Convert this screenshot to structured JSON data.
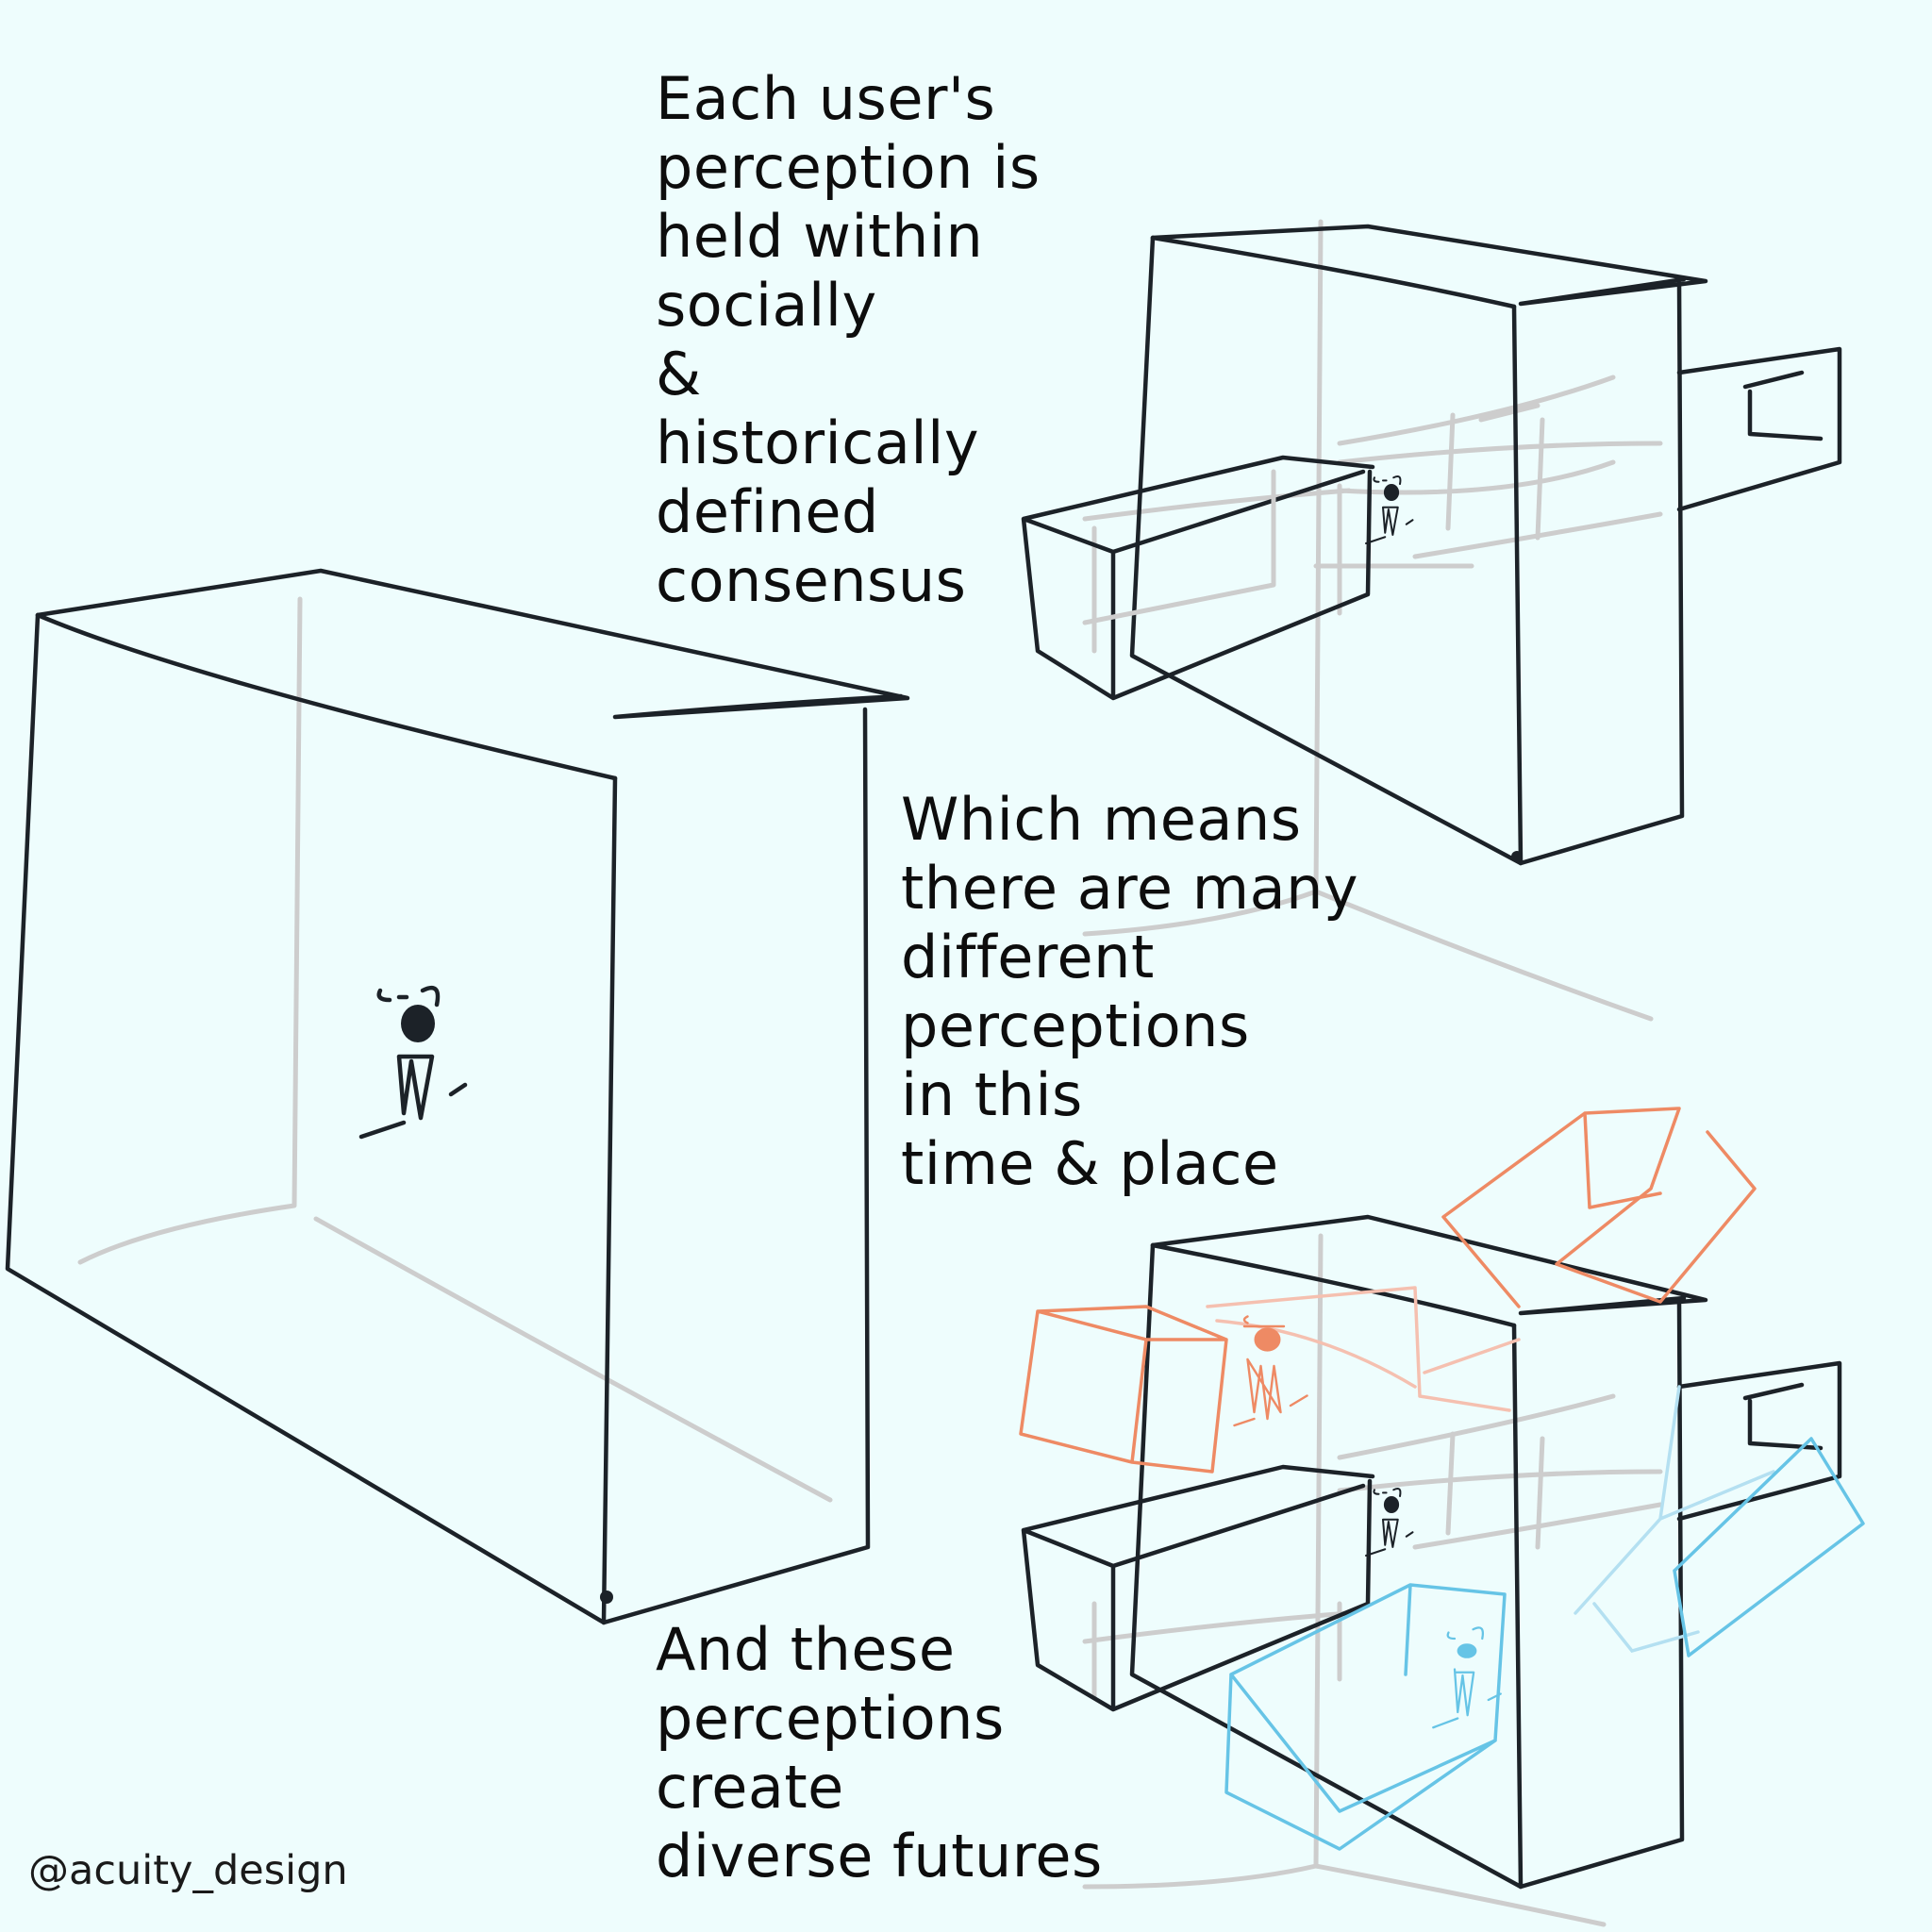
{
  "text_blocks": {
    "block_1": {
      "lines": [
        "Each user's",
        "perception is",
        "held within",
        "socially",
        "&",
        "historically",
        "defined",
        "consensus"
      ]
    },
    "block_2": {
      "lines": [
        "Which means",
        "there are many",
        "different",
        "perceptions",
        "in this",
        "time & place"
      ]
    },
    "block_3": {
      "lines": [
        "And these",
        "perceptions",
        "create",
        "diverse futures"
      ]
    }
  },
  "signature": "@acuity_design",
  "colors": {
    "background": "#eefdfd",
    "ink": "#1c2228",
    "hidden_edges": "#cdcdcd",
    "orange_perception": "#ee8a64",
    "blue_perception": "#66c4e6"
  },
  "icons": [
    "person-in-box-icon",
    "person-in-box-icon-small",
    "orange-person-icon",
    "blue-person-icon"
  ]
}
